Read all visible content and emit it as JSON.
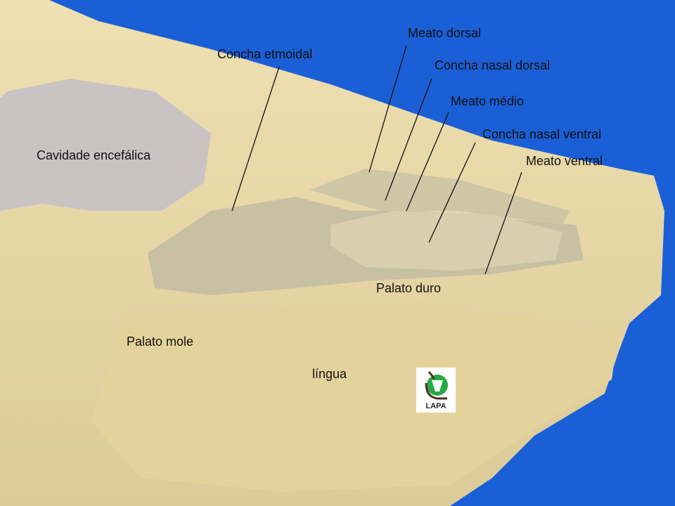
{
  "labels": {
    "meato_dorsal": "Meato dorsal",
    "concha_etmoidal": "Concha etmoidal",
    "concha_nasal_dorsal": "Concha nasal dorsal",
    "meato_medio": "Meato médio",
    "concha_nasal_ventral": "Concha nasal ventral",
    "meato_ventral": "Meato ventral",
    "cavidade_encefalica": "Cavidade encefálica",
    "palato_duro": "Palato duro",
    "palato_mole": "Palato mole",
    "lingua": "língua"
  },
  "logo": {
    "text": "LAPA"
  },
  "colors": {
    "background": "#1b5fd6",
    "specimen": "#e6d6a4",
    "logo_green": "#27a844"
  }
}
